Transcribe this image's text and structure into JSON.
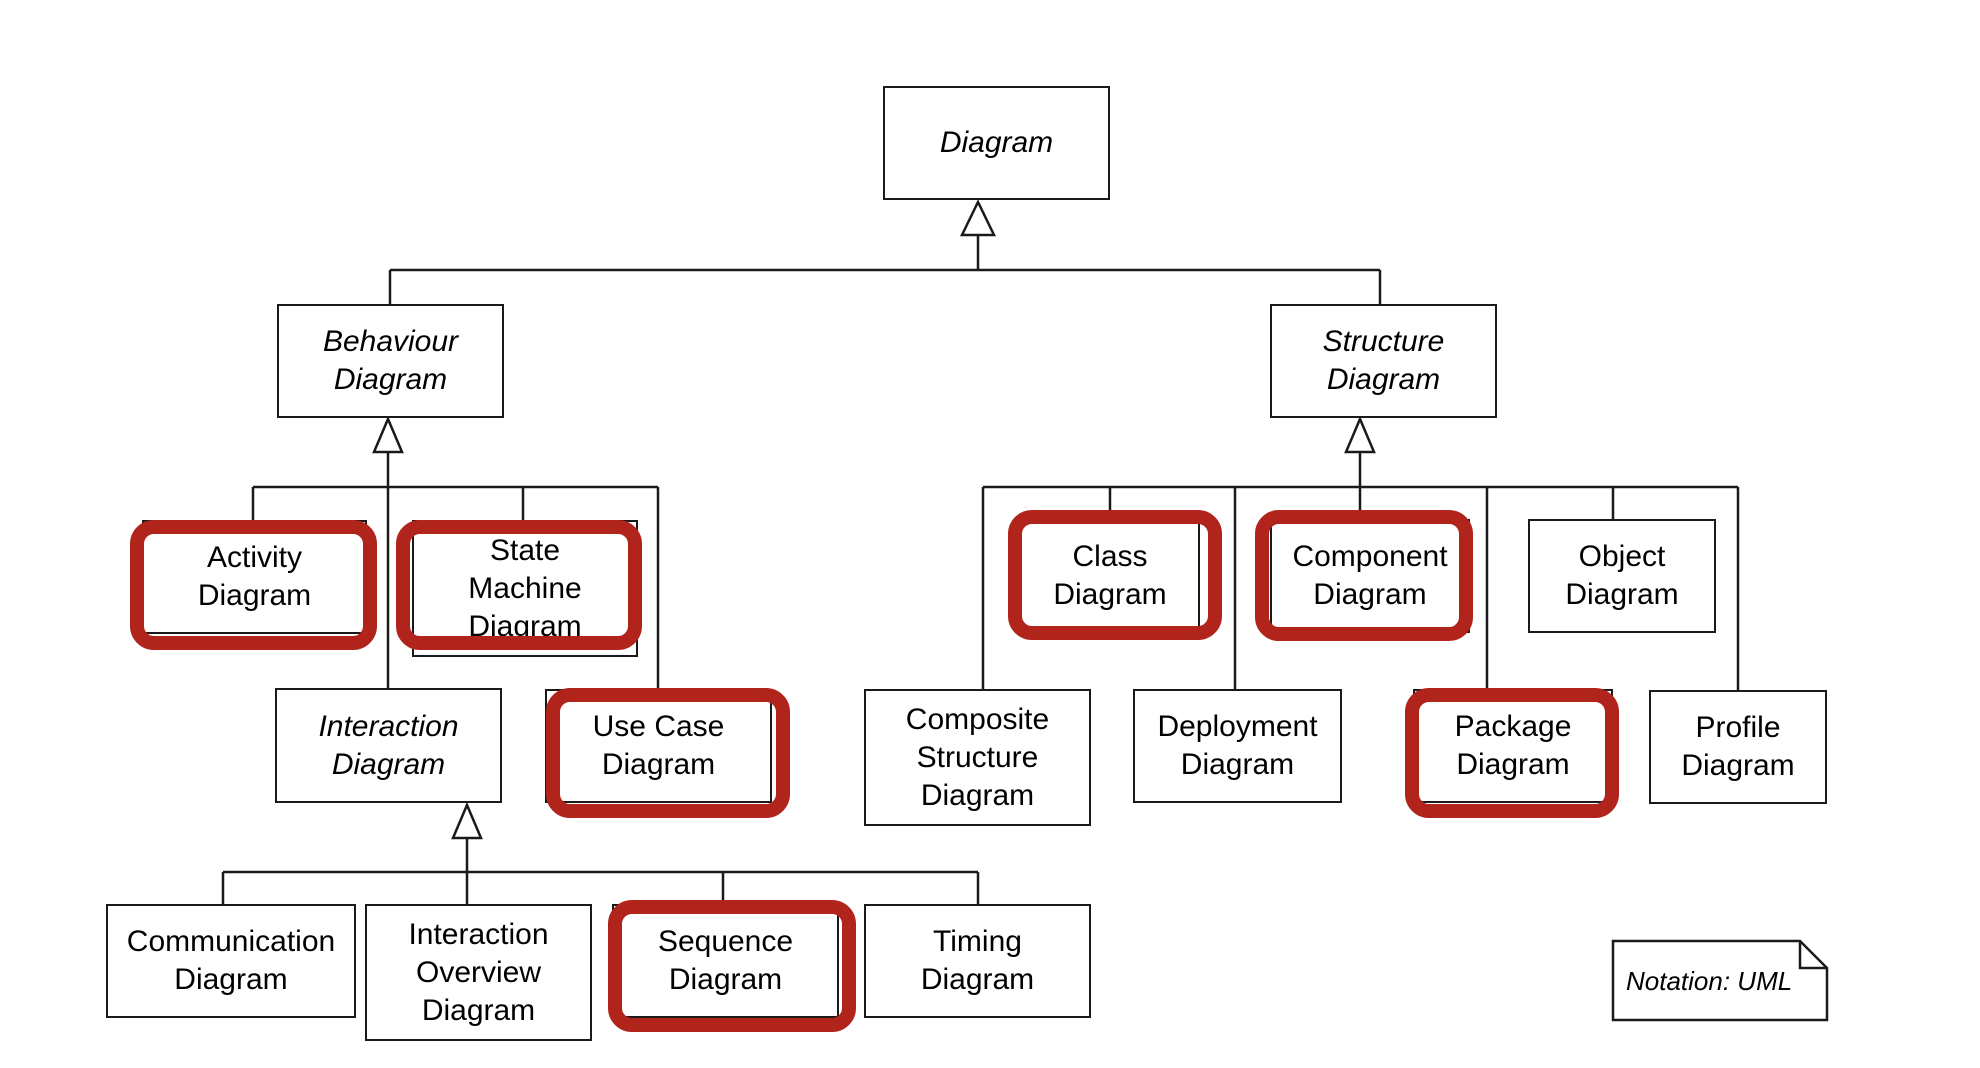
{
  "diagram": {
    "root": "Diagram",
    "behaviour": "Behaviour\nDiagram",
    "structure": "Structure\nDiagram",
    "activity": "Activity\nDiagram",
    "state_machine": "State\nMachine\nDiagram",
    "interaction": "Interaction\nDiagram",
    "use_case": "Use Case\nDiagram",
    "communication": "Communication\nDiagram",
    "interaction_overview": "Interaction\nOverview\nDiagram",
    "sequence": "Sequence\nDiagram",
    "timing": "Timing\nDiagram",
    "class": "Class\nDiagram",
    "component": "Component\nDiagram",
    "object": "Object\nDiagram",
    "composite_structure": "Composite\nStructure\nDiagram",
    "deployment": "Deployment\nDiagram",
    "package": "Package\nDiagram",
    "profile": "Profile\nDiagram",
    "notation": "Notation: UML"
  },
  "colors": {
    "highlight": "#b0241c",
    "line": "#1a1a1a"
  }
}
